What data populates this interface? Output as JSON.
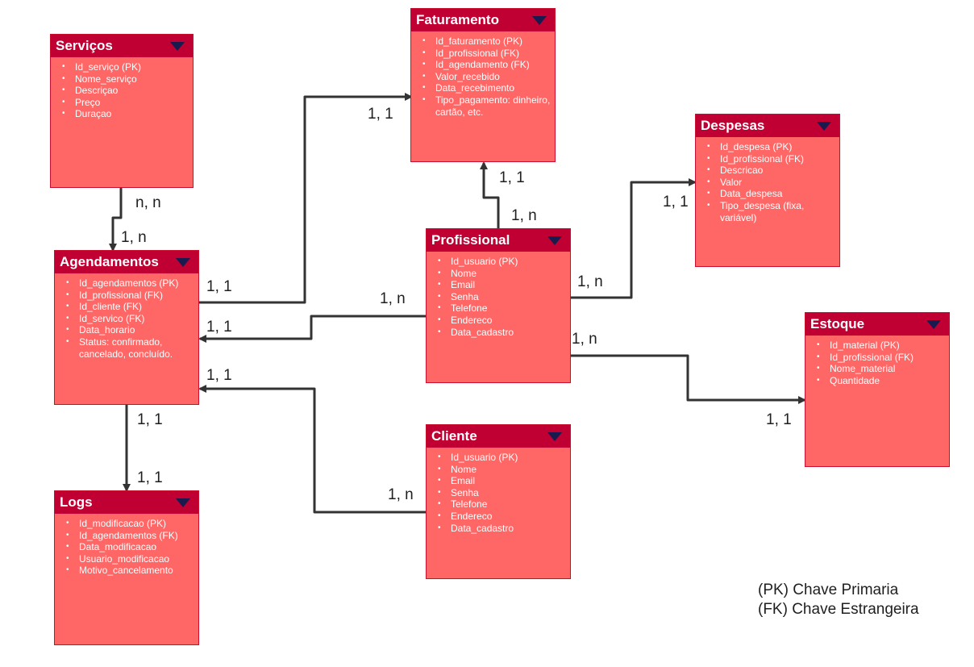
{
  "entities": {
    "servicos": {
      "title": "Serviços",
      "attributes": [
        "Id_serviço (PK)",
        "Nome_serviço",
        "Descriçao",
        "Preço",
        "Duraçao"
      ]
    },
    "faturamento": {
      "title": "Faturamento",
      "attributes": [
        "Id_faturamento (PK)",
        "Id_profissional (FK)",
        "Id_agendamento (FK)",
        "Valor_recebido",
        "Data_recebimento",
        "Tipo_pagamento: dinheiro, cartão, etc."
      ]
    },
    "despesas": {
      "title": "Despesas",
      "attributes": [
        "Id_despesa (PK)",
        "Id_profissional (FK)",
        "Descricao",
        "Valor",
        "Data_despesa",
        "Tipo_despesa (fixa, variável)"
      ]
    },
    "agendamentos": {
      "title": "Agendamentos",
      "attributes": [
        "Id_agendamentos (PK)",
        "Id_profissional (FK)",
        "Id_cliente (FK)",
        "Id_servico (FK)",
        "Data_horario",
        "Status: confirmado, cancelado, concluído."
      ]
    },
    "profissional": {
      "title": "Profissional",
      "attributes": [
        "Id_usuario (PK)",
        "Nome",
        "Email",
        "Senha",
        "Telefone",
        "Endereco",
        "Data_cadastro"
      ]
    },
    "estoque": {
      "title": "Estoque",
      "attributes": [
        "Id_material (PK)",
        "Id_profissional (FK)",
        "Nome_material",
        "Quantidade"
      ]
    },
    "cliente": {
      "title": "Cliente",
      "attributes": [
        "Id_usuario (PK)",
        "Nome",
        "Email",
        "Senha",
        "Telefone",
        "Endereco",
        "Data_cadastro"
      ]
    },
    "logs": {
      "title": "Logs",
      "attributes": [
        "Id_modificacao (PK)",
        "Id_agendamentos (FK)",
        "Data_modificacao",
        "Usuario_modificacao",
        "Motivo_cancelamento"
      ]
    }
  },
  "cardinalities": {
    "servicos_to_agend_start": "n, n",
    "servicos_to_agend_end": "1, n",
    "agend_to_fat_start": "1, 1",
    "agend_to_fat_end": "1, 1",
    "prof_to_fat_start": "1, n",
    "prof_to_fat_end": "1, 1",
    "prof_to_desp_start": "1, n",
    "prof_to_desp_end": "1, 1",
    "prof_to_agend_start": "1, n",
    "prof_to_agend_end": "1, 1",
    "prof_to_estoque_start": "1, n",
    "prof_to_estoque_end": "1, 1",
    "cliente_to_agend_start": "1, n",
    "cliente_to_agend_end": "1, 1",
    "agend_to_logs_start": "1, 1",
    "agend_to_logs_end": "1, 1"
  },
  "legend": {
    "pk": "(PK) Chave Primaria",
    "fk": "(FK) Chave Estrangeira"
  },
  "colors": {
    "entity_fill": "#ff6666",
    "header_fill": "#c00033",
    "connector": "#333333"
  }
}
